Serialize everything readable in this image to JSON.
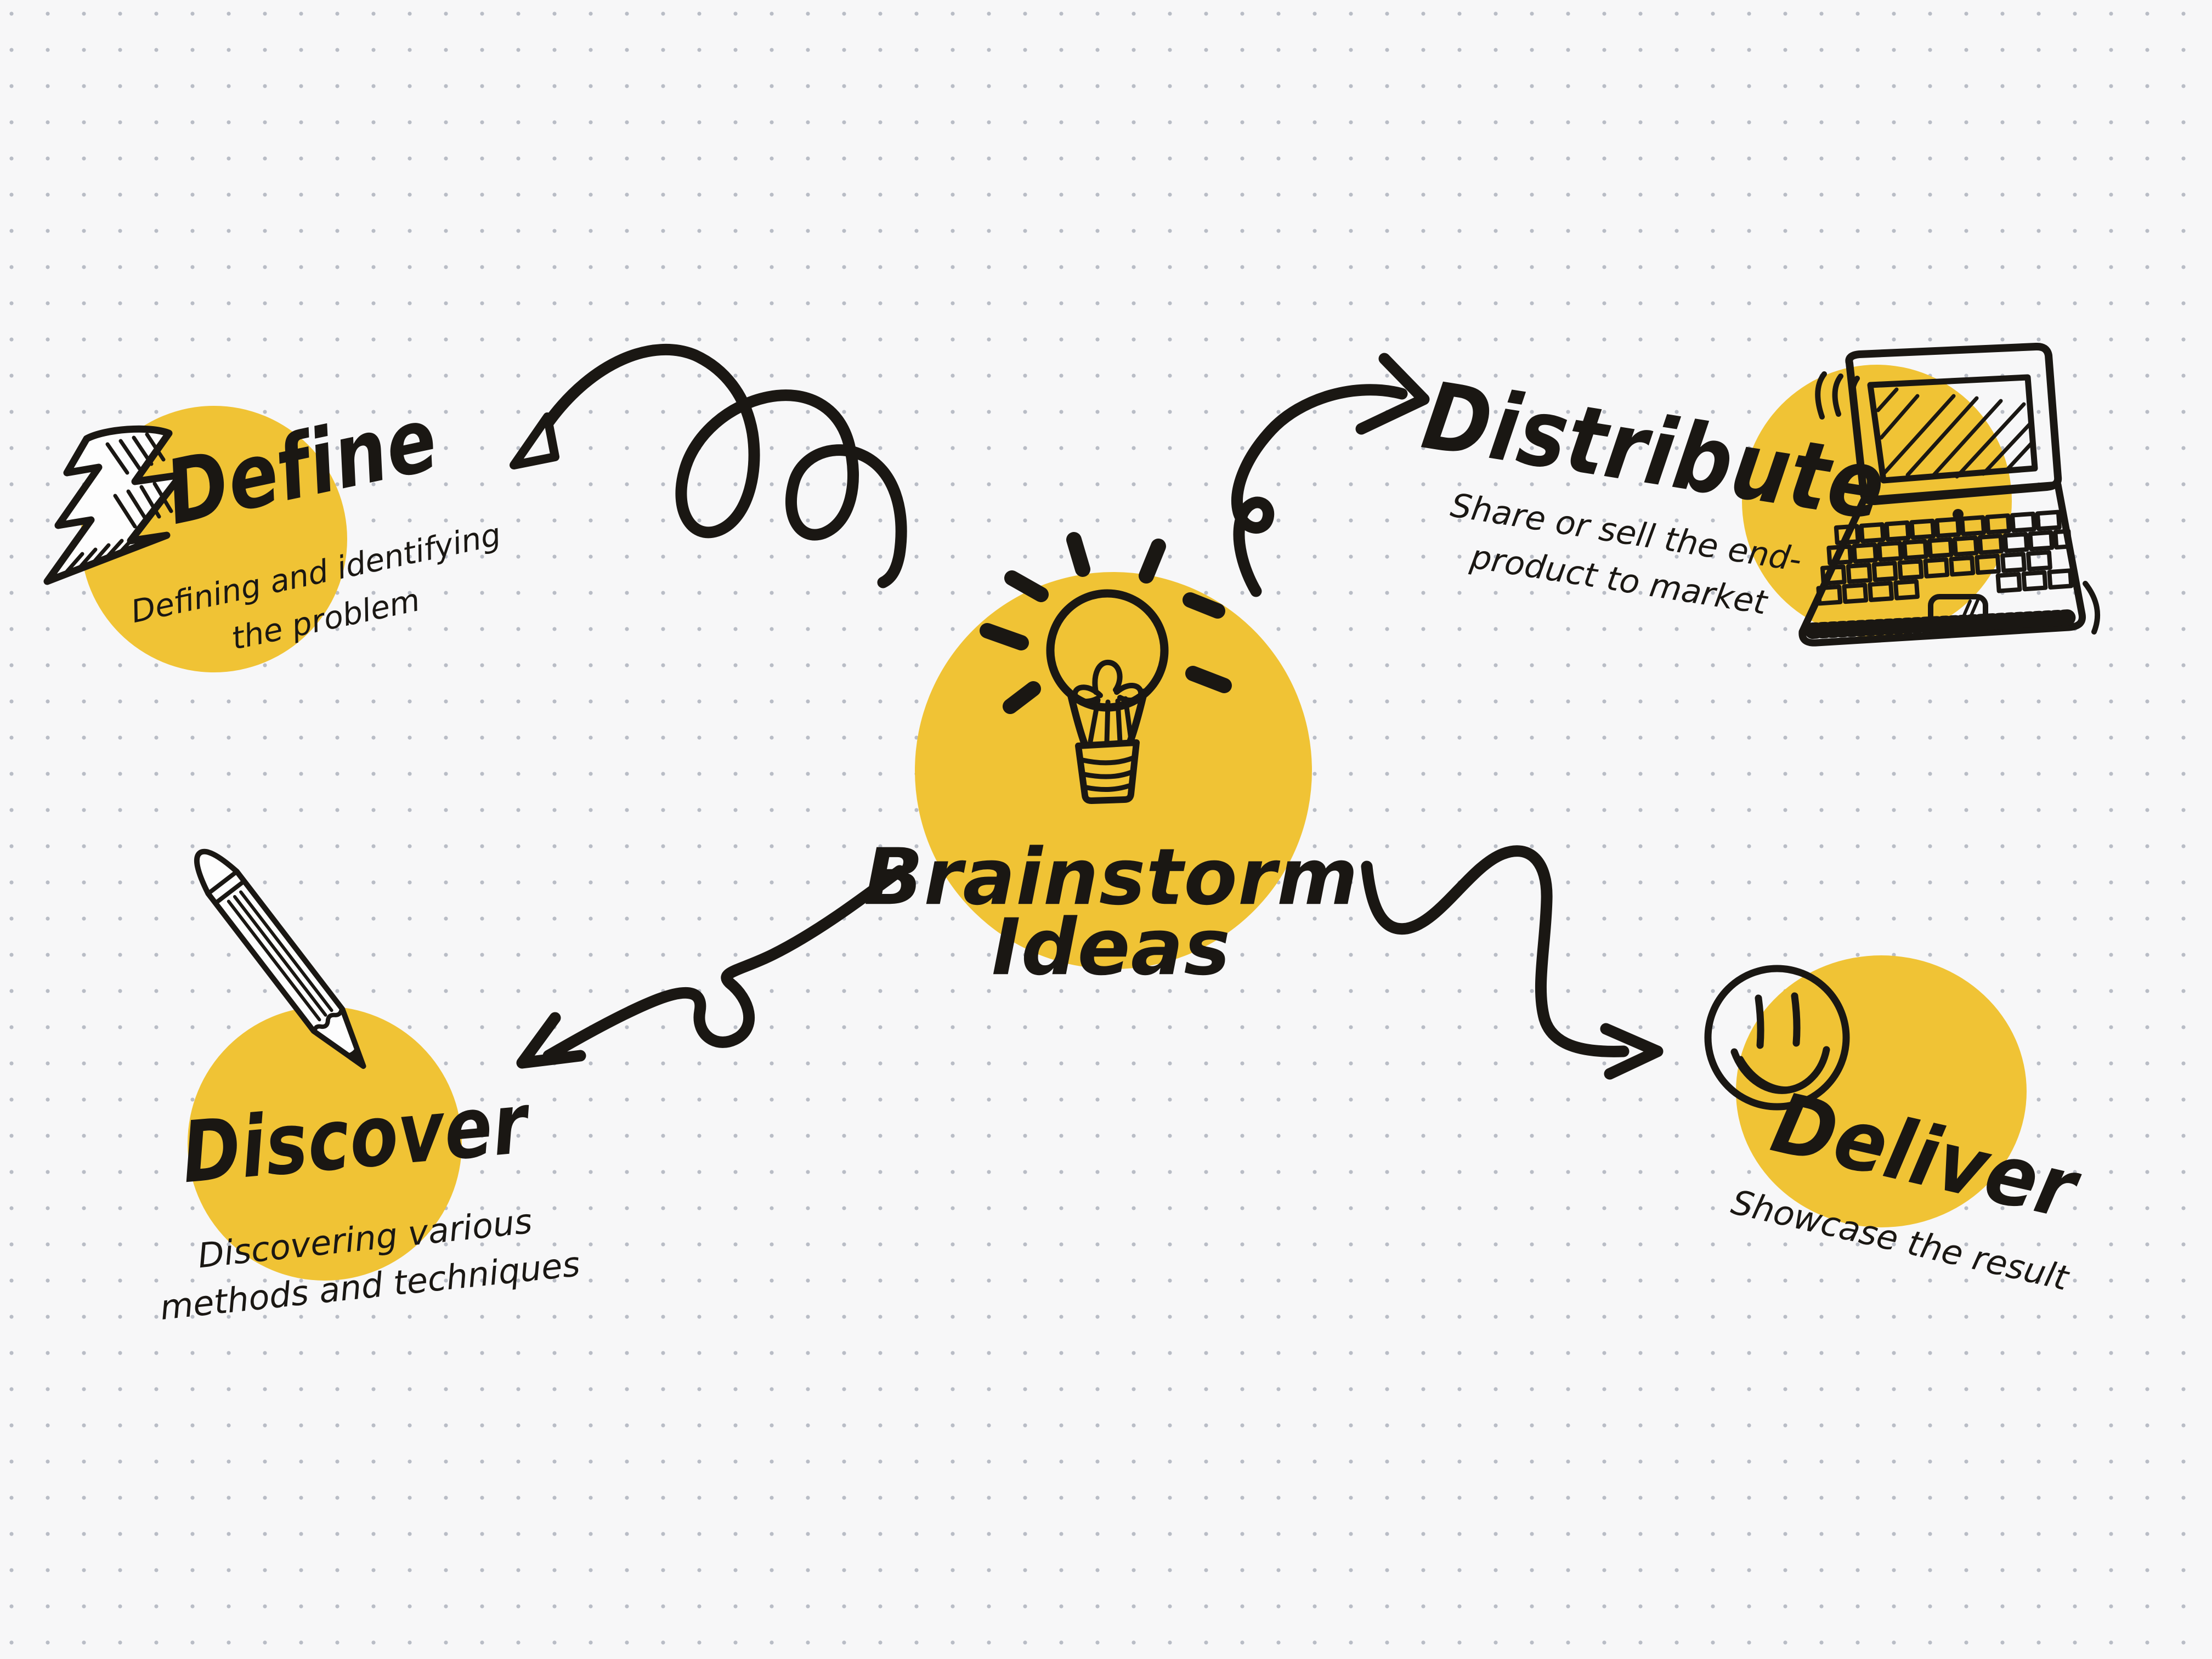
{
  "palette": {
    "background": "#F7F7F8",
    "dot": "#B9BDC6",
    "yellow": "#F0C335",
    "ink": "#1A1713"
  },
  "center_node": {
    "title_line1": "Brainstorm",
    "title_line2": "Ideas",
    "icon": "lightbulb-icon"
  },
  "nodes": {
    "define": {
      "title": "Define",
      "subtitle_line1": "Defining and identifying",
      "subtitle_line2": "the problem",
      "icon": "lightning-bolt-icon"
    },
    "distribute": {
      "title": "Distribute",
      "subtitle_line1": "Share or sell the end-",
      "subtitle_line2": "product to market",
      "icon": "laptop-icon"
    },
    "discover": {
      "title": "Discover",
      "subtitle_line1": "Discovering various",
      "subtitle_line2": "methods and techniques",
      "icon": "pencil-icon"
    },
    "deliver": {
      "title": "Deliver",
      "subtitle_line1": "Showcase the result",
      "icon": "smiley-face-icon"
    }
  },
  "connectors": [
    "arrow-center-to-define",
    "arrow-center-to-distribute",
    "arrow-center-to-discover",
    "arrow-center-to-deliver"
  ]
}
